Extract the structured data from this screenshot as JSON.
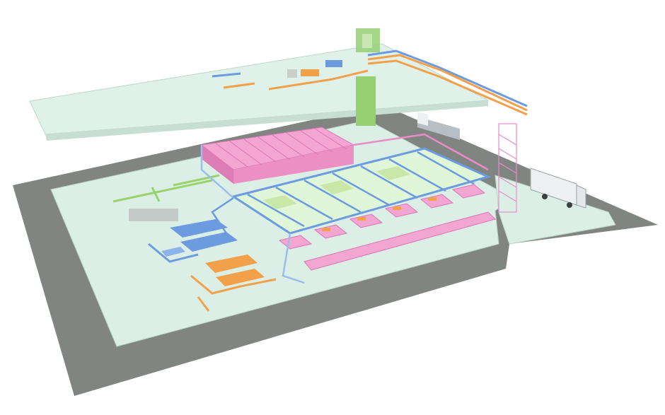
{
  "illustration": {
    "kind": "isometric-warehouse-layout",
    "has_text": false
  },
  "palette": {
    "ground": "#808582",
    "floor": "#dcefe6",
    "floor_edge": "#b9d3c7",
    "upper_deck": "#dff1e9",
    "upper_deck_edge": "#bcd7cb",
    "storage_pink": "#f4a6d3",
    "storage_pink_dark": "#d977b4",
    "conveyor_blue": "#6d9be0",
    "conveyor_orange": "#f2a04a",
    "conveyor_green": "#9ad26b",
    "lift_green": "#97cf75",
    "truck_white": "#eef1f2",
    "truck_grey": "#b8bfc4"
  },
  "zones": [
    {
      "name": "automated-storage-racks",
      "color": "storage_pink"
    },
    {
      "name": "sorting-conveyor-grid",
      "color": "conveyor_blue"
    },
    {
      "name": "picking-stations",
      "color": "storage_pink"
    },
    {
      "name": "blue-processing-line",
      "color": "conveyor_blue"
    },
    {
      "name": "orange-processing-line",
      "color": "conveyor_orange"
    },
    {
      "name": "green-inbound-line",
      "color": "conveyor_green"
    },
    {
      "name": "upper-floor-deck",
      "color": "upper_deck"
    },
    {
      "name": "vertical-lift",
      "color": "lift_green"
    },
    {
      "name": "pink-vertical-conveyor",
      "color": "storage_pink"
    },
    {
      "name": "trucks",
      "color": "truck_white"
    }
  ]
}
